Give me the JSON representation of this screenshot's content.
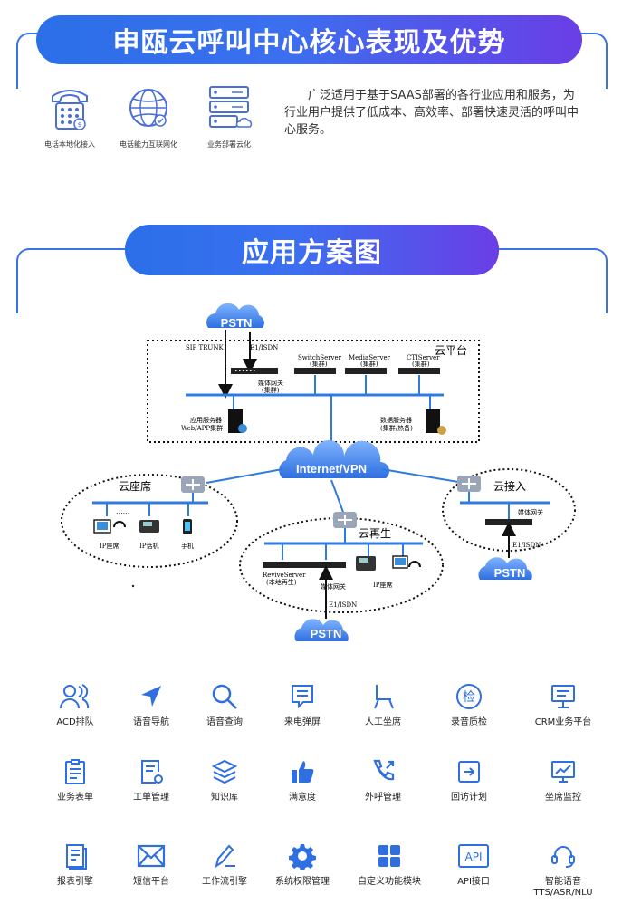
{
  "section1": {
    "title": "申瓯云呼叫中心核心表现及优势",
    "icons": [
      {
        "icon": "telephone-icon",
        "label": "电话本地化接入"
      },
      {
        "icon": "globe-network-icon",
        "label": "电话能力互联网化"
      },
      {
        "icon": "server-cloud-icon",
        "label": "业务部署云化"
      }
    ],
    "description": "广泛适用于基于SAAS部署的各行业应用和服务，为行业用户提供了低成本、高效率、部署快速灵活的呼叫中心服务。"
  },
  "section2": {
    "title": "应用方案图"
  },
  "diagram": {
    "pstn_top": "PSTN",
    "pstn_bottom_right": "PSTN",
    "pstn_bottom_center": "PSTN",
    "internet": "Internet/VPN",
    "cloud_platform": "云平台",
    "cloud_seats": "云座席",
    "cloud_regen": "云再生",
    "cloud_access": "云接入",
    "sip_trunk": "SIP TRUNK",
    "e1_isdn_top": "E1/ISDN",
    "media_gateway_cluster": "媒体网关",
    "media_gateway_cluster_sub": "(集群)",
    "switch_server": "SwitchServer",
    "switch_server_sub": "(集群)",
    "media_server": "MediaServer",
    "media_server_sub": "(集群)",
    "cti_server": "CTIServer",
    "cti_server_sub": "(集群)",
    "app_server": "应用服务器",
    "app_server_sub": "Web/APP集群",
    "data_server": "数据服务器",
    "data_server_sub": "(集群/热备)",
    "ip_seat": "IP座席",
    "ip_phone": "IP话机",
    "mobile": "手机",
    "revive_server": "ReviveServer",
    "revive_server_sub": "(本地再生)",
    "media_gateway_regen": "媒体网关",
    "ip_seat_regen": "IP座席",
    "e1_isdn_regen": "E1/ISDN",
    "media_gateway_access": "媒体网关",
    "e1_isdn_access": "E1/ISDN"
  },
  "features": [
    {
      "icon": "acd-queue-icon",
      "label": "ACD排队"
    },
    {
      "icon": "voice-navigation-icon",
      "label": "语音导航"
    },
    {
      "icon": "voice-query-icon",
      "label": "语音查询"
    },
    {
      "icon": "screen-pop-icon",
      "label": "来电弹屏"
    },
    {
      "icon": "agent-seat-icon",
      "label": "人工坐席"
    },
    {
      "icon": "quality-check-icon",
      "label": "录音质检",
      "glyph": "检"
    },
    {
      "icon": "crm-platform-icon",
      "label": "CRM业务平台"
    },
    {
      "icon": "business-form-icon",
      "label": "业务表单"
    },
    {
      "icon": "ticket-management-icon",
      "label": "工单管理"
    },
    {
      "icon": "knowledge-base-icon",
      "label": "知识库"
    },
    {
      "icon": "satisfaction-icon",
      "label": "满意度"
    },
    {
      "icon": "outbound-call-icon",
      "label": "外呼管理"
    },
    {
      "icon": "callback-plan-icon",
      "label": "回访计划"
    },
    {
      "icon": "seat-monitor-icon",
      "label": "坐席监控"
    },
    {
      "icon": "report-engine-icon",
      "label": "报表引擎"
    },
    {
      "icon": "sms-platform-icon",
      "label": "短信平台"
    },
    {
      "icon": "workflow-engine-icon",
      "label": "工作流引擎"
    },
    {
      "icon": "permission-management-icon",
      "label": "系统权限管理"
    },
    {
      "icon": "custom-module-icon",
      "label": "自定义功能模块"
    },
    {
      "icon": "api-interface-icon",
      "label": "API接口",
      "glyph": "API"
    },
    {
      "icon": "smart-voice-icon",
      "label": "智能语音",
      "label2": "TTS/ASR/NLU"
    }
  ],
  "colors": {
    "accent_blue": "#2b6fe8",
    "accent_purple": "#6a3ee6",
    "icon_blue": "#2f6fe0",
    "label_red": "#c4143c"
  }
}
